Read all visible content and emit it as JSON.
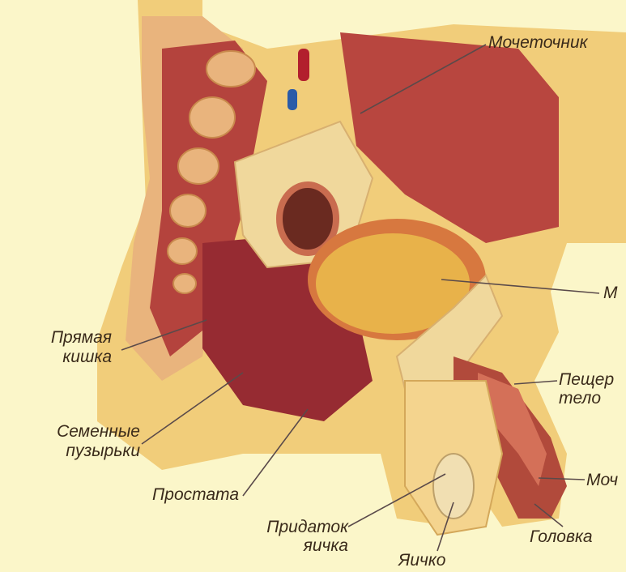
{
  "labels": {
    "ureter": "Мочеточник",
    "bladder": "М",
    "rectum_1": "Прямая",
    "rectum_2": "кишка",
    "cavernous_1": "Пещер",
    "cavernous_2": "тело",
    "vesicles_1": "Семенные",
    "vesicles_2": "пузырьки",
    "urethra": "Моч",
    "prostate": "Простата",
    "epididymis_1": "Придаток",
    "epididymis_2": "яичка",
    "glans": "Головка",
    "testicle": "Яичко"
  },
  "colors": {
    "background": "#fbf6c9",
    "skin": "#f1cd7a",
    "muscle": "#a8343a",
    "bone": "#e9b47d",
    "bladder": "#e8b24a",
    "label_text": "#3a2a1a",
    "leader_line": "#5a4a4a"
  }
}
